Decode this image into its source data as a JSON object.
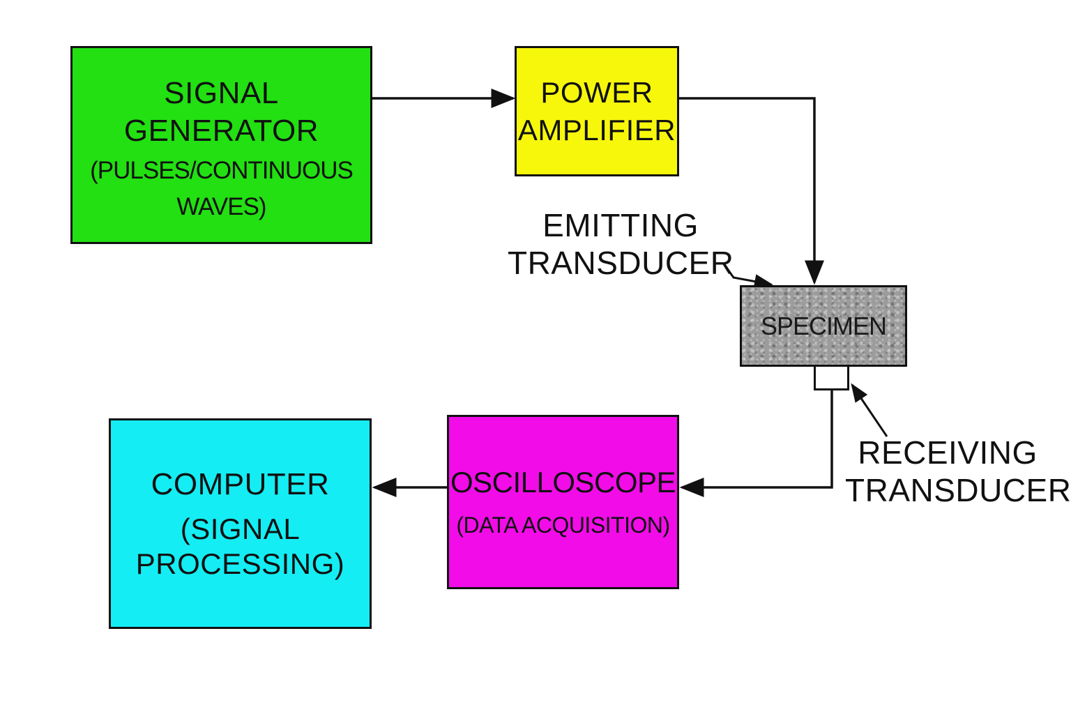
{
  "blocks": {
    "signal_generator": {
      "title_line1": "SIGNAL",
      "title_line2": "GENERATOR",
      "sub_line1": "(PULSES/CONTINUOUS",
      "sub_line2": "WAVES)",
      "color": "#22e012"
    },
    "power_amplifier": {
      "title_line1": "POWER",
      "title_line2": "AMPLIFIER",
      "color": "#f7f70c"
    },
    "specimen": {
      "title": "SPECIMEN",
      "color": "#9c9c9c"
    },
    "oscilloscope": {
      "title": "OSCILLOSCOPE",
      "sub": "(DATA ACQUISITION)",
      "color": "#f20ce8"
    },
    "computer": {
      "title": "COMPUTER",
      "sub_line1": "(SIGNAL",
      "sub_line2": "PROCESSING)",
      "color": "#14edf4"
    }
  },
  "labels": {
    "emitting_line1": "EMITTING",
    "emitting_line2": "TRANSDUCER",
    "receiving_line1": "RECEIVING",
    "receiving_line2": "TRANSDUCER"
  },
  "connections": [
    {
      "from": "signal_generator",
      "to": "power_amplifier"
    },
    {
      "from": "power_amplifier",
      "to": "specimen"
    },
    {
      "from": "specimen",
      "to": "oscilloscope"
    },
    {
      "from": "oscilloscope",
      "to": "computer"
    }
  ]
}
